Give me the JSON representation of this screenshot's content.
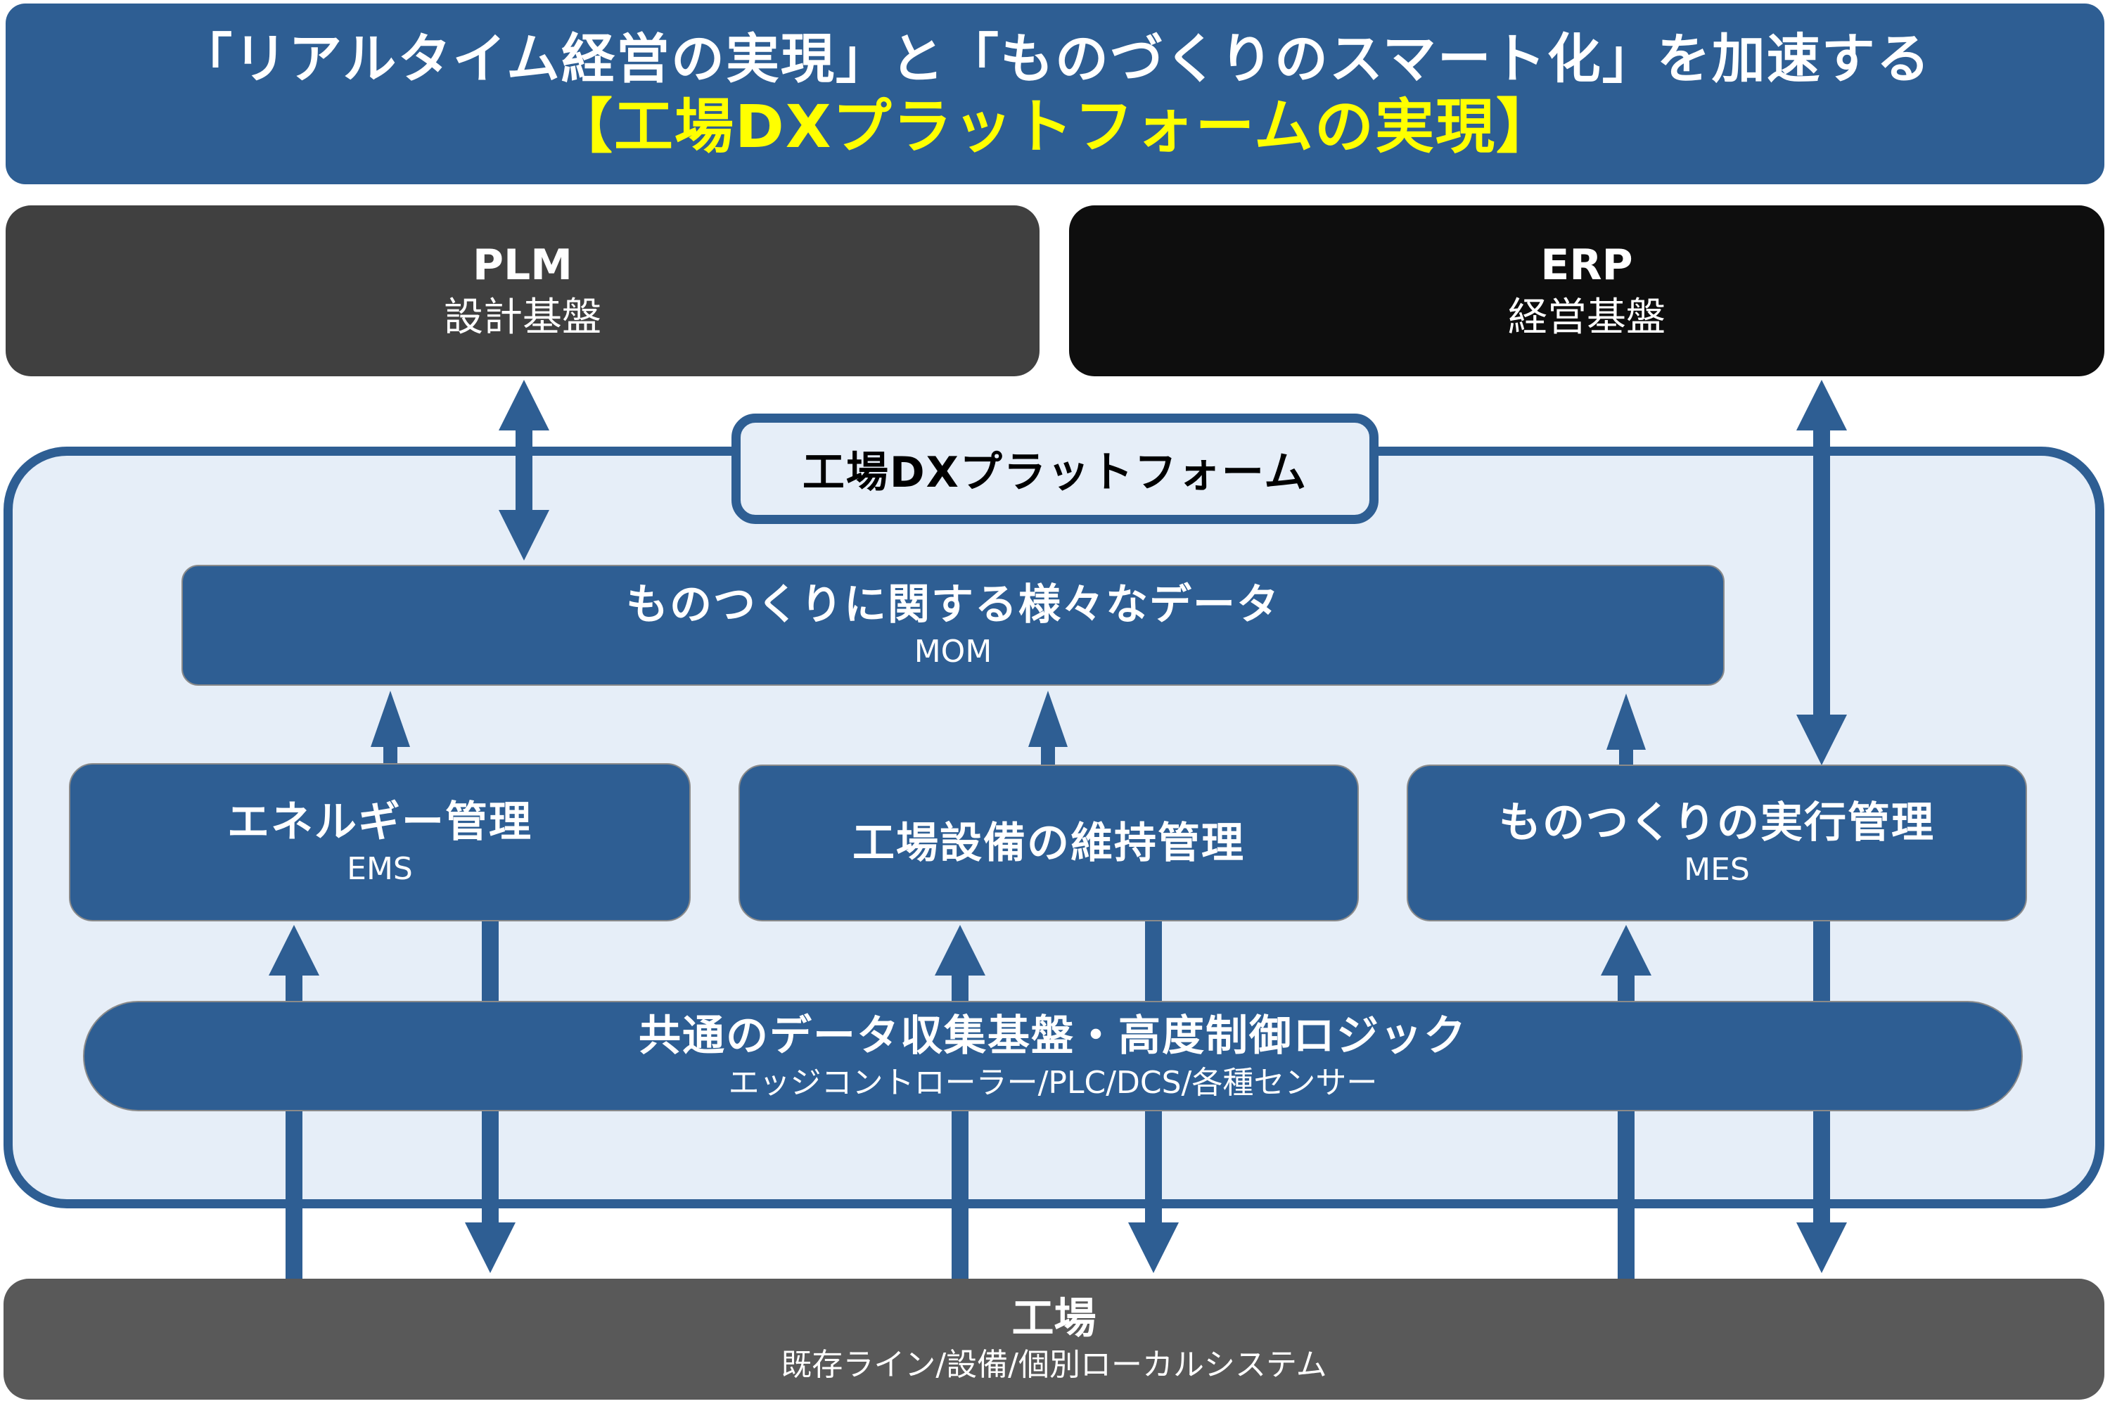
{
  "title": {
    "line1": "「リアルタイム経営の実現」と「ものづくりのスマート化」を加速する",
    "line2": "【工場DXプラットフォームの実現】"
  },
  "colors": {
    "primary_blue": "#2E5E93",
    "platform_fill": "#E6EEF8",
    "highlight_yellow": "#FFFF00",
    "plm_fill": "#404040",
    "erp_fill": "#0E0E0E",
    "factory_fill": "#595959"
  },
  "systems": {
    "plm": {
      "title": "PLM",
      "subtitle": "設計基盤"
    },
    "erp": {
      "title": "ERP",
      "subtitle": "経営基盤"
    }
  },
  "platform": {
    "label": "工場DXプラットフォーム",
    "mom": {
      "title": "ものつくりに関する様々なデータ",
      "subtitle": "MOM"
    },
    "modules": [
      {
        "title": "エネルギー管理",
        "subtitle": "EMS"
      },
      {
        "title": "工場設備の維持管理",
        "subtitle": ""
      },
      {
        "title": "ものつくりの実行管理",
        "subtitle": "MES"
      }
    ],
    "common": {
      "title": "共通のデータ収集基盤・高度制御ロジック",
      "subtitle": "エッジコントローラー/PLC/DCS/各種センサー"
    }
  },
  "factory": {
    "title": "工場",
    "subtitle": "既存ライン/設備/個別ローカルシステム"
  },
  "connections": [
    {
      "from": "PLM",
      "to": "MOM",
      "direction": "bidirectional"
    },
    {
      "from": "ERP",
      "to": "MES",
      "direction": "bidirectional"
    },
    {
      "from": "EMS",
      "to": "MOM",
      "direction": "up"
    },
    {
      "from": "工場設備の維持管理",
      "to": "MOM",
      "direction": "up"
    },
    {
      "from": "MES",
      "to": "MOM",
      "direction": "up"
    },
    {
      "from": "工場",
      "to": "EMS",
      "direction": "up"
    },
    {
      "from": "EMS",
      "to": "工場",
      "direction": "down"
    },
    {
      "from": "工場",
      "to": "工場設備の維持管理",
      "direction": "up"
    },
    {
      "from": "工場設備の維持管理",
      "to": "工場",
      "direction": "down"
    },
    {
      "from": "工場",
      "to": "MES",
      "direction": "up"
    },
    {
      "from": "MES",
      "to": "工場",
      "direction": "down"
    }
  ]
}
